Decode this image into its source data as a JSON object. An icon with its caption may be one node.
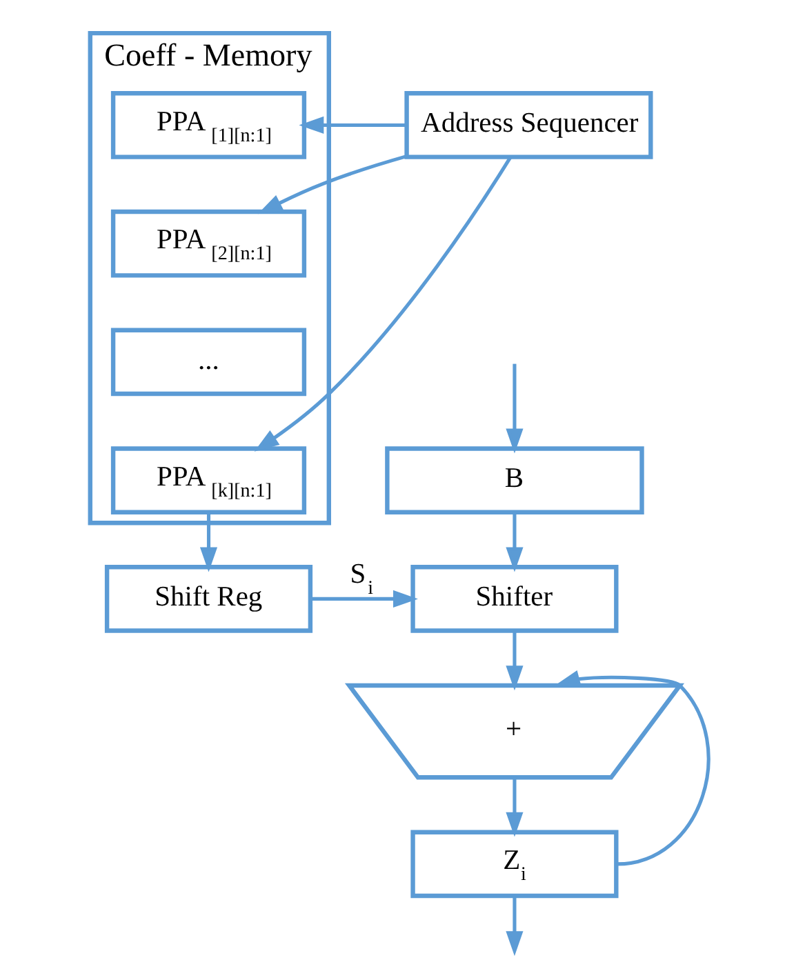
{
  "diagram": {
    "nodes": [
      {
        "text": [
          "B"
        ]
      },
      {
        "text": [
          "Coeff - Memory"
        ]
      },
      {
        "text": [
          "PPA $_{[1][n:1]}$"
        ],
        "in": 1
      },
      {
        "text": [
          "PPA $_{[2][n:1]}$"
        ],
        "in": 1
      },
      {
        "text": [
          "..."
        ],
        "in": 1
      },
      {
        "text": [
          "PPA $_{[k][n:1]}$"
        ],
        "in": 1
      },
      {
        "text": [
          "Address Sequencer"
        ]
      },
      {
        "text": [
          "Shift Reg"
        ]
      },
      {
        "text": [
          "Shifter"
        ]
      },
      {
        "text": [
          "+"
        ]
      },
      {
        "text": [
          "Z$_{i}$"
        ]
      }
    ],
    "edges": [
      {
        "from": null,
        "to": 0,
        "arrow": "to"
      },
      {
        "from": 0,
        "to": 8,
        "arrow": "to"
      },
      {
        "from": 6,
        "to": 2,
        "arrow": "to"
      },
      {
        "from": 6,
        "to": 3,
        "arrow": "to"
      },
      {
        "from": 6,
        "to": 5,
        "arrow": "to"
      },
      {
        "from": 5,
        "to": 7,
        "arrow": "to"
      },
      {
        "from": 7,
        "to": 8,
        "arrow": "to",
        "label": "S$_{i}$"
      },
      {
        "from": 8,
        "to": 9,
        "arrow": "to"
      },
      {
        "from": 10,
        "to": 9,
        "arrow": "to"
      },
      {
        "from": 9,
        "to": 10,
        "arrow": "to"
      },
      {
        "from": 10,
        "to": null,
        "arrow": "to"
      }
    ]
  }
}
